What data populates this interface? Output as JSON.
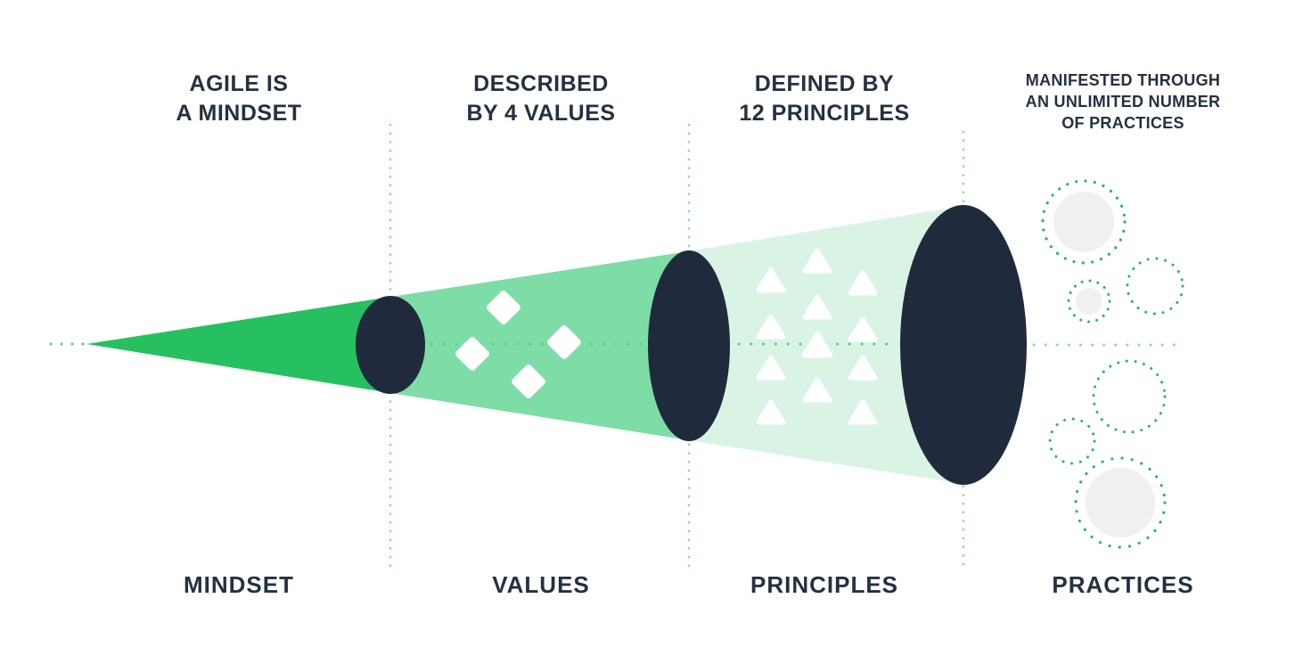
{
  "diagram_title": "Agile funnel: mindset to practices",
  "headings": [
    {
      "id": "mindset",
      "text": "AGILE IS\nA MINDSET"
    },
    {
      "id": "values",
      "text": "DESCRIBED\nBY 4 VALUES"
    },
    {
      "id": "principles",
      "text": "DEFINED BY\n12 PRINCIPLES"
    },
    {
      "id": "practices",
      "text": "MANIFESTED THROUGH\nAN UNLIMITED NUMBER\nOF PRACTICES"
    }
  ],
  "labels": [
    {
      "id": "mindset",
      "text": "MINDSET"
    },
    {
      "id": "values",
      "text": "VALUES"
    },
    {
      "id": "principles",
      "text": "PRINCIPLES"
    },
    {
      "id": "practices",
      "text": "PRACTICES"
    }
  ],
  "counts": {
    "values_diamonds": 4,
    "principles_triangles": 12,
    "practices_circles": 6
  },
  "colors": {
    "text": "#233140",
    "dark_ellipse": "#1f2b3d",
    "cone_mindset": "#27c061",
    "cone_values": "#7edda6",
    "cone_principles": "#d9f4e5",
    "dotted_divider": "#8ad7b2",
    "dotted_axis": "#55cc90",
    "dotted_circle": "#1fbb63",
    "practice_fill": "#f0f0f0",
    "shape_white": "#ffffff"
  }
}
